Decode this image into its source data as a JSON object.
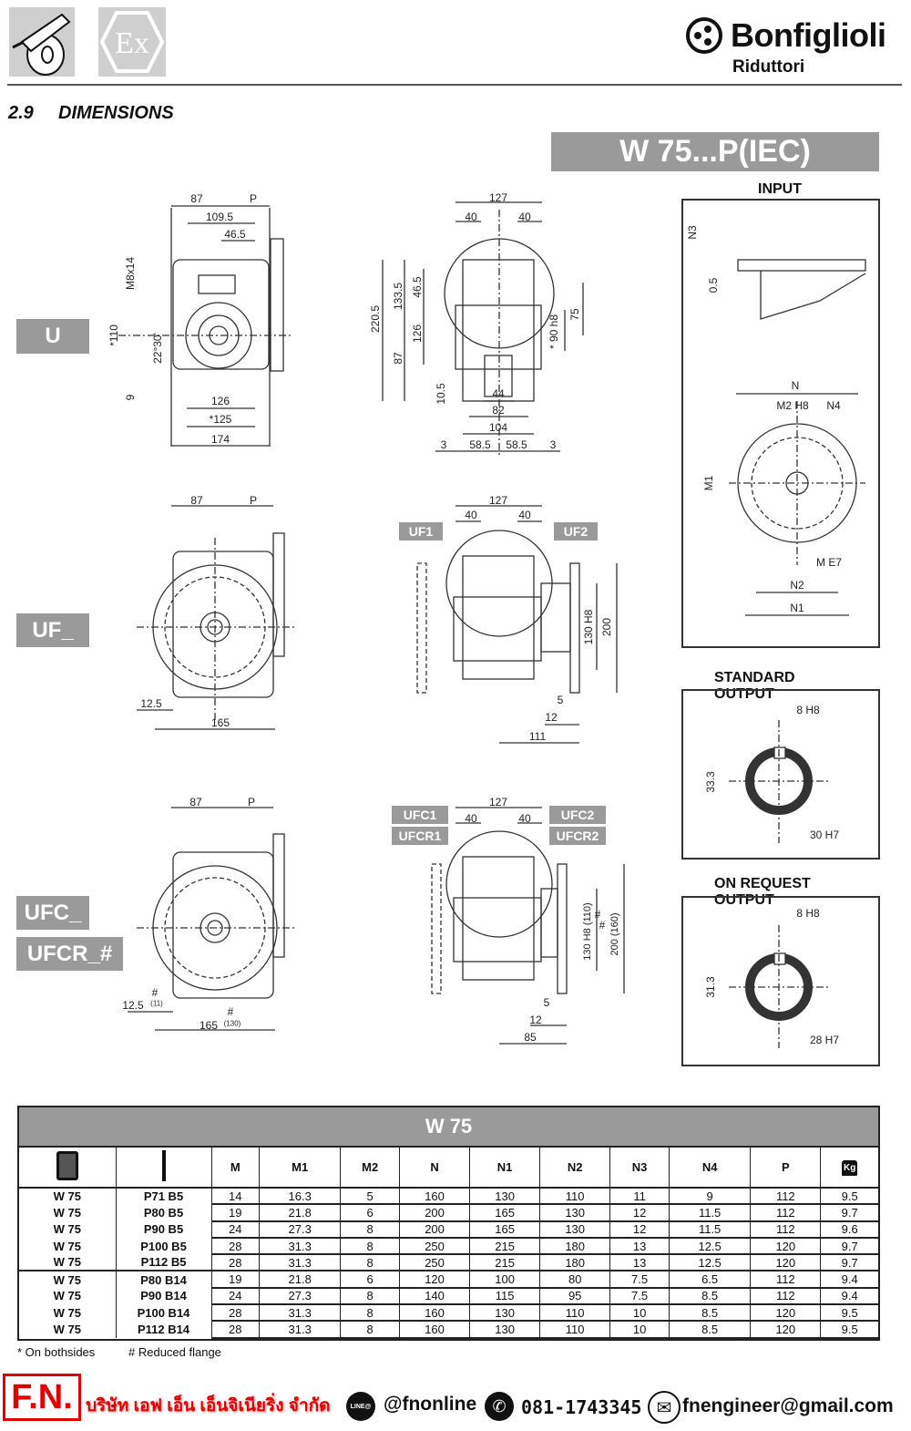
{
  "header": {
    "brand_name": "Bonfiglioli",
    "brand_sub": "Riduttori",
    "ex_mark": "Ex",
    "section_number": "2.9",
    "section_title": "DIMENSIONS",
    "model_title": "W 75...P(IEC)"
  },
  "badges": {
    "u": "U",
    "uf": "UF_",
    "ufc": "UFC_",
    "ufcr": "UFCR_#",
    "uf1": "UF1",
    "uf2": "UF2",
    "ufc1": "UFC1",
    "ufcr1": "UFCR1",
    "ufc2": "UFC2",
    "ufcr2": "UFCR2"
  },
  "drawings": {
    "u_side": [
      "87",
      "P",
      "109.5",
      "46.5",
      "M8x14",
      "*110",
      "22°30'",
      "9",
      "126",
      "*125",
      "174"
    ],
    "u_front": [
      "127",
      "40",
      "40",
      "220.5",
      "133.5",
      "46.5",
      "126",
      "87",
      "10.5",
      "75",
      "* 90 h8",
      "44",
      "82",
      "104",
      "3",
      "58.5",
      "58.5",
      "3"
    ],
    "uf_side": [
      "87",
      "P",
      "12.5",
      "165"
    ],
    "uf_front": [
      "127",
      "40",
      "40",
      "130 H8",
      "200",
      "5",
      "12",
      "111"
    ],
    "ufc_side": [
      "87",
      "P",
      "12.5",
      "(11)",
      "#",
      "165",
      "(130)",
      "#"
    ],
    "ufc_front": [
      "127",
      "40",
      "40",
      "130 H8 (110)",
      "#",
      "200 (160)",
      "#",
      "5",
      "12",
      "85"
    ]
  },
  "input_panel": {
    "title": "INPUT",
    "labels": [
      "N3",
      "0.5",
      "N",
      "M2 H8",
      "N4",
      "M1",
      "M E7",
      "N2",
      "N1"
    ]
  },
  "standard_output": {
    "title": "STANDARD OUTPUT",
    "labels": [
      "8 H8",
      "33.3",
      "30 H7"
    ]
  },
  "request_output": {
    "title": "ON REQUEST OUTPUT",
    "labels": [
      "8 H8",
      "31.3",
      "28 H7"
    ]
  },
  "table": {
    "title": "W 75",
    "columns": [
      "M",
      "M1",
      "M2",
      "N",
      "N1",
      "N2",
      "N3",
      "N4",
      "P",
      "Kg"
    ],
    "rows": [
      [
        "W 75",
        "P71 B5",
        "14",
        "16.3",
        "5",
        "160",
        "130",
        "110",
        "11",
        "9",
        "112",
        "9.5"
      ],
      [
        "W 75",
        "P80 B5",
        "19",
        "21.8",
        "6",
        "200",
        "165",
        "130",
        "12",
        "11.5",
        "112",
        "9.7"
      ],
      [
        "W 75",
        "P90 B5",
        "24",
        "27.3",
        "8",
        "200",
        "165",
        "130",
        "12",
        "11.5",
        "112",
        "9.6"
      ],
      [
        "W 75",
        "P100 B5",
        "28",
        "31.3",
        "8",
        "250",
        "215",
        "180",
        "13",
        "12.5",
        "120",
        "9.7"
      ],
      [
        "W 75",
        "P112 B5",
        "28",
        "31.3",
        "8",
        "250",
        "215",
        "180",
        "13",
        "12.5",
        "120",
        "9.7"
      ],
      [
        "W 75",
        "P80 B14",
        "19",
        "21.8",
        "6",
        "120",
        "100",
        "80",
        "7.5",
        "6.5",
        "112",
        "9.4"
      ],
      [
        "W 75",
        "P90 B14",
        "24",
        "27.3",
        "8",
        "140",
        "115",
        "95",
        "7.5",
        "8.5",
        "112",
        "9.4"
      ],
      [
        "W 75",
        "P100 B14",
        "28",
        "31.3",
        "8",
        "160",
        "130",
        "110",
        "10",
        "8.5",
        "120",
        "9.5"
      ],
      [
        "W 75",
        "P112 B14",
        "28",
        "31.3",
        "8",
        "160",
        "130",
        "110",
        "10",
        "8.5",
        "120",
        "9.5"
      ]
    ]
  },
  "footnotes": {
    "bothsides": "* On bothsides",
    "reduced": "# Reduced flange"
  },
  "footer": {
    "logo": "F.N.",
    "company": "บริษัท เอฟ เอ็น เอ็นจิเนียริ่ง จำกัด",
    "line_icon_text": "LINE@",
    "line_id": "@fnonline",
    "phone": "081-1743345",
    "email": "fnengineer@gmail.com",
    "accent": "#e00000"
  }
}
